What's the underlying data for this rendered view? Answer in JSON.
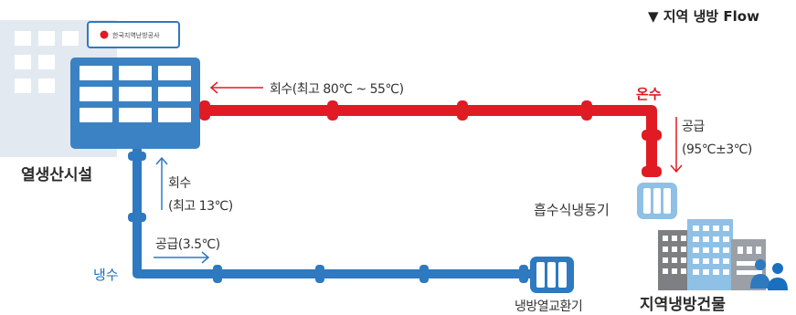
{
  "header": {
    "title": "▼ 지역 냉방 Flow"
  },
  "logo": {
    "text": "한국지역난방공사"
  },
  "labels": {
    "plant": "열생산시설",
    "return_top": "회수(최고 80℃ ~ 55℃)",
    "hot_water": "온수",
    "supply_right_1": "공급",
    "supply_right_2": "(95℃±3℃)",
    "absorption_chiller": "흡수식냉동기",
    "district_building": "지역냉방건물",
    "return_left_1": "회수",
    "return_left_2": "(최고 13℃)",
    "supply_bottom": "공급(3.5℃)",
    "chilled_water": "냉수",
    "heat_exchanger": "냉방열교환기"
  },
  "colors": {
    "hot": "#e01b24",
    "cold": "#2e79c0",
    "plant_blue": "#3b82c4",
    "light_blue": "#8fc0e6",
    "building_gray": "#d4dbe3",
    "dark_gray": "#7d7f82",
    "text": "#333333"
  }
}
